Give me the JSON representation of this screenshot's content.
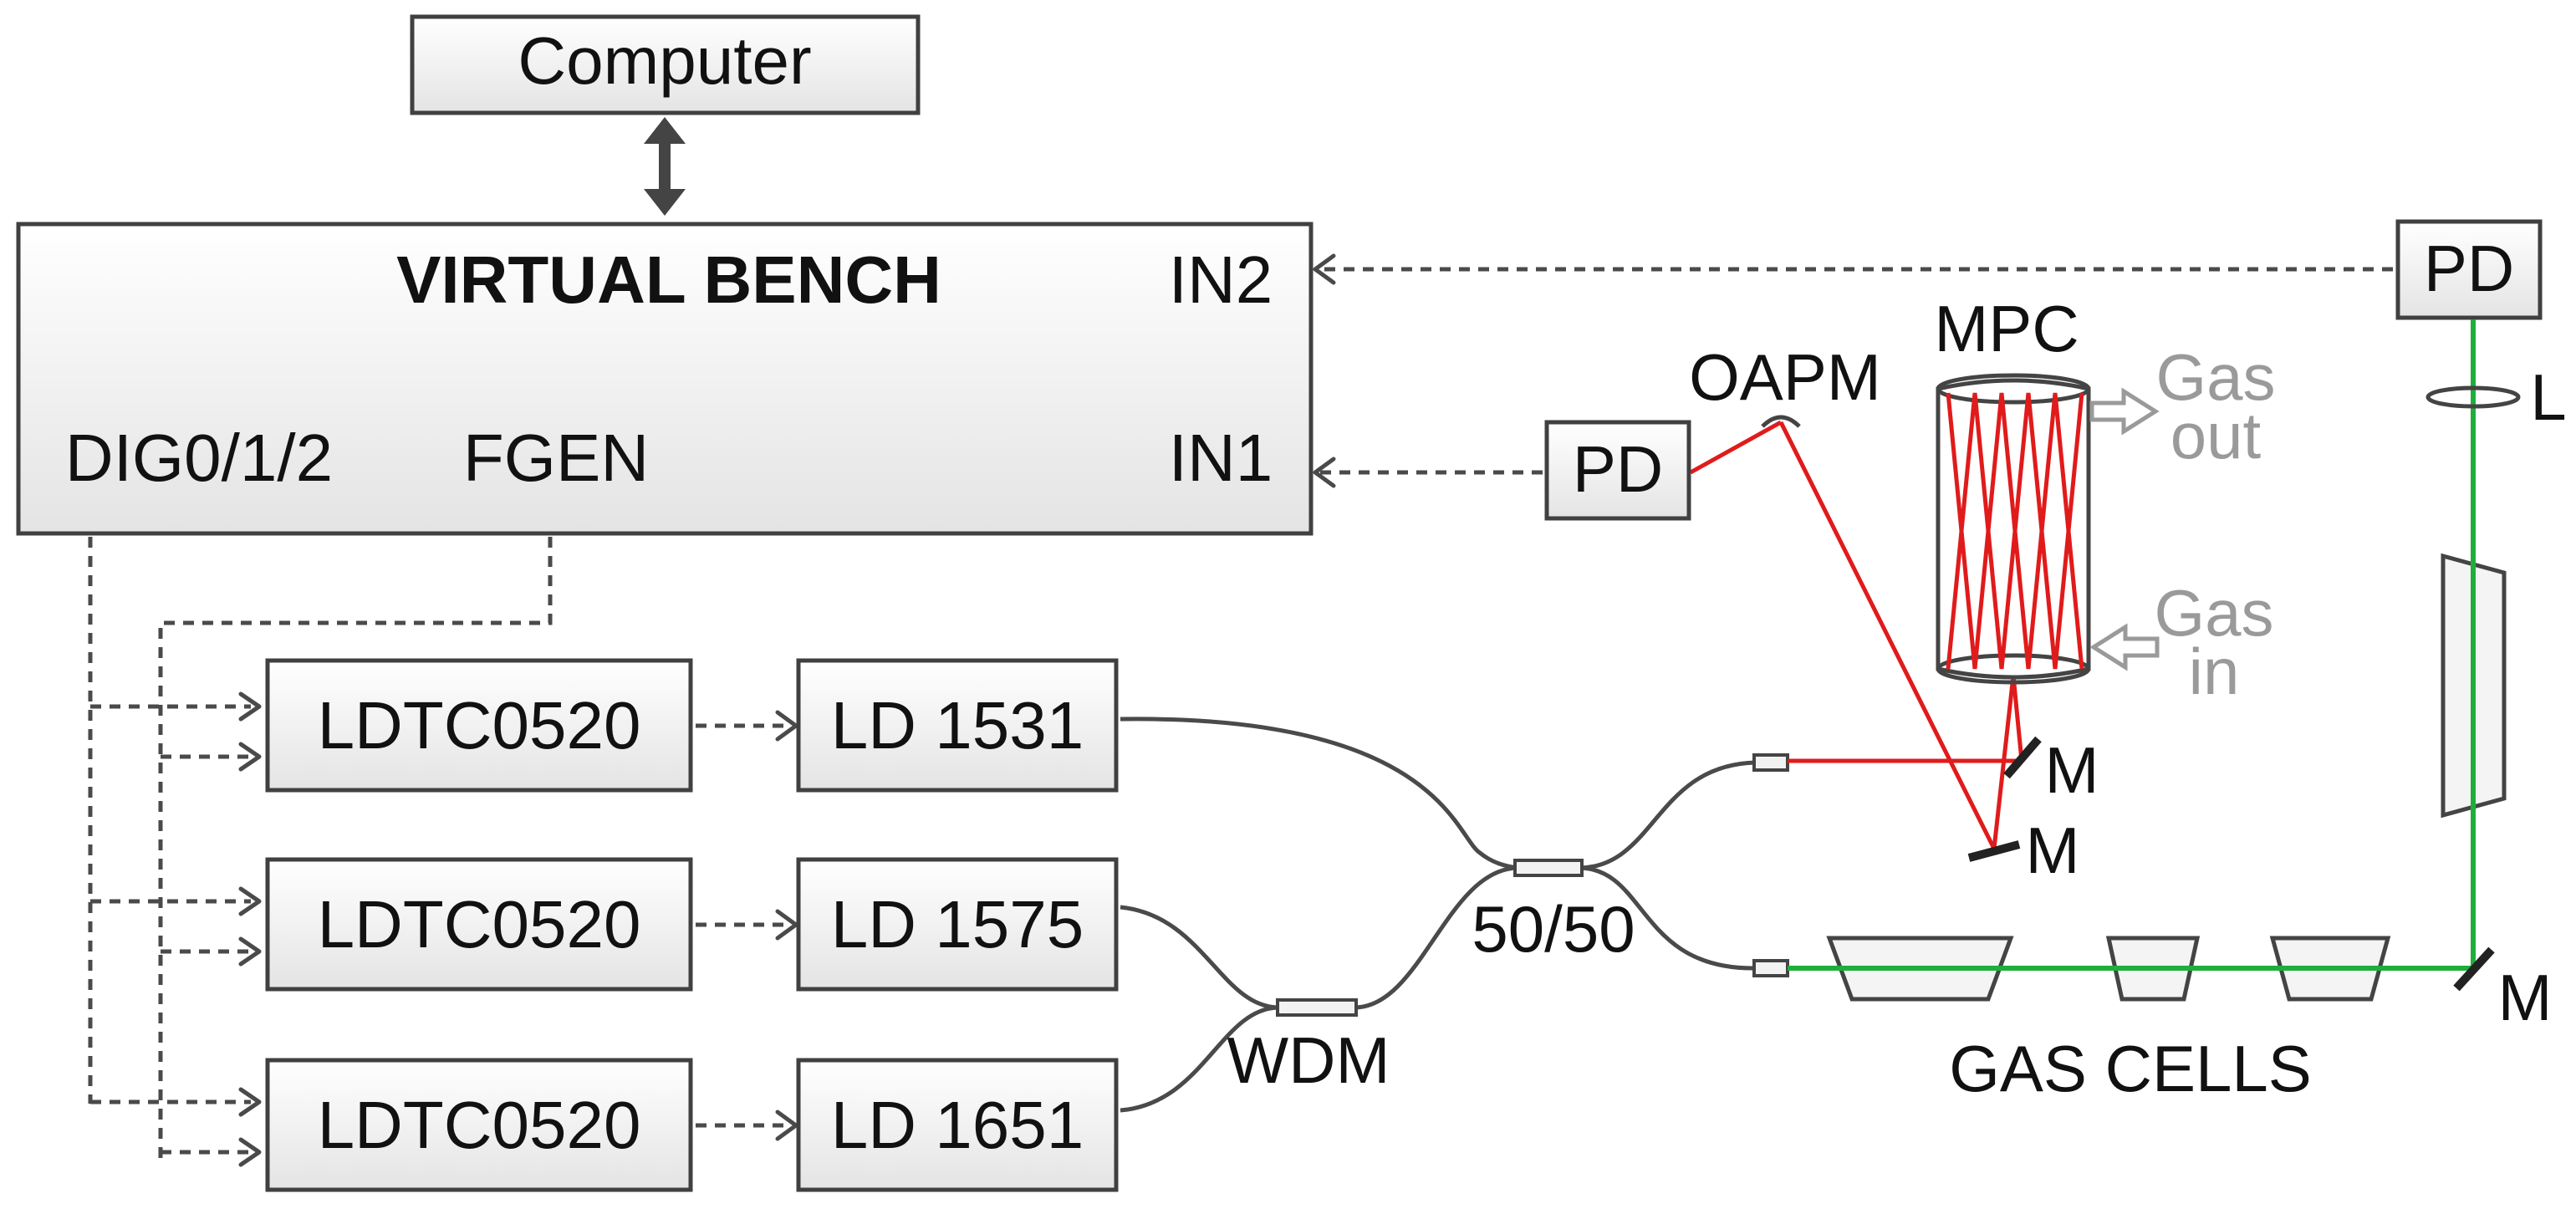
{
  "labels": {
    "computer": "Computer",
    "virtual_bench": "VIRTUAL BENCH",
    "in1": "IN1",
    "in2": "IN2",
    "dig": "DIG0/1/2",
    "fgen": "FGEN",
    "ldtc": "LDTC0520",
    "ld1": "LD 1531",
    "ld2": "LD 1575",
    "ld3": "LD 1651",
    "wdm": "WDM",
    "splitter": "50/50",
    "pd": "PD",
    "oapm": "OAPM",
    "mpc": "MPC",
    "gas_out_1": "Gas",
    "gas_out_2": "out",
    "gas_in_1": "Gas",
    "gas_in_2": "in",
    "mirror": "M",
    "lens": "L",
    "gas_cells": "GAS CELLS"
  },
  "colors": {
    "laser_red": "#e01b1b",
    "laser_green": "#1fae3a",
    "line": "#4a4a4a",
    "gas_text": "#9a9a9a"
  }
}
